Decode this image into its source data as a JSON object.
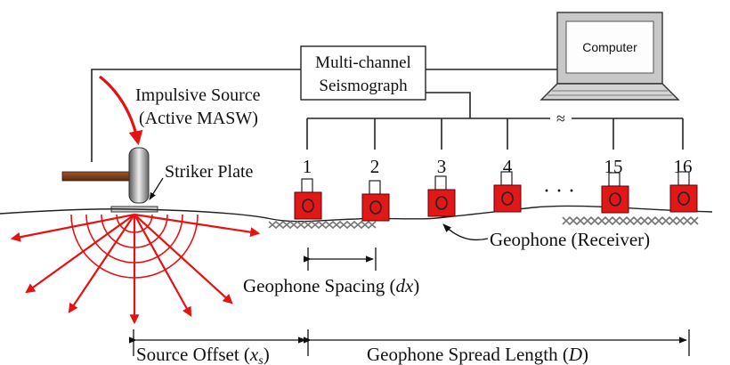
{
  "diagram": {
    "seismograph_line1": "Multi-channel",
    "seismograph_line2": "Seismograph",
    "computer_label": "Computer",
    "source_line1": "Impulsive Source",
    "source_line2": "(Active MASW)",
    "striker_plate_label": "Striker Plate",
    "geophone_numbers": [
      "1",
      "2",
      "3",
      "4",
      "15",
      "16"
    ],
    "ellipsis": "· · ·",
    "break_symbol": "≈",
    "geophone_label": "Geophone (Receiver)",
    "spacing_label_prefix": "Geophone Spacing (",
    "spacing_label_var": "dx",
    "spacing_label_suffix": ")",
    "source_offset_prefix": "Source Offset (",
    "source_offset_var": "x",
    "source_offset_sub": "s",
    "source_offset_suffix": ")",
    "spread_prefix": "Geophone Spread Length (",
    "spread_var": "D",
    "spread_suffix": ")"
  },
  "colors": {
    "geophone_red": "#e01818",
    "wave_red": "#e81010",
    "hammer_handle": "#7a3a12",
    "ground_hatch": "#777777"
  }
}
